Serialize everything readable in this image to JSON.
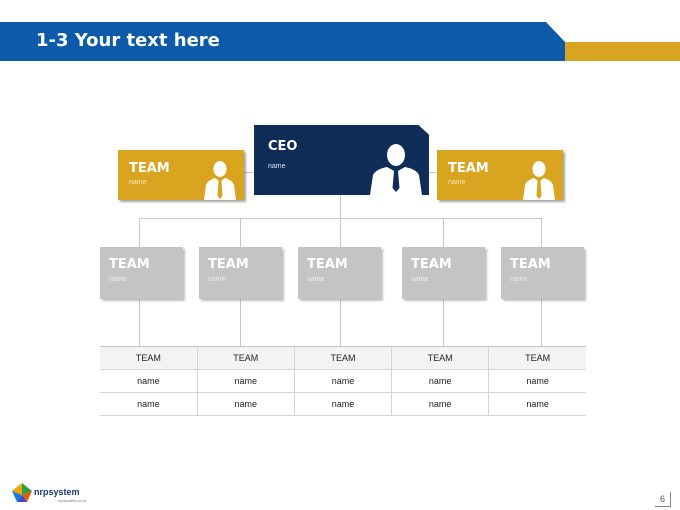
{
  "header": {
    "title": "1-3 Your text here"
  },
  "colors": {
    "blue": "#0c5aa8",
    "gold": "#d9a520",
    "navy": "#0f2d57",
    "gray": "#c4c4c4"
  },
  "ceo": {
    "title": "CEO",
    "name": "name"
  },
  "top_teams": [
    {
      "title": "TEAM",
      "name": "name"
    },
    {
      "title": "TEAM",
      "name": "name"
    }
  ],
  "teams": [
    {
      "title": "TEAM",
      "name": "name"
    },
    {
      "title": "TEAM",
      "name": "name"
    },
    {
      "title": "TEAM",
      "name": "name"
    },
    {
      "title": "TEAM",
      "name": "name"
    },
    {
      "title": "TEAM",
      "name": "name"
    }
  ],
  "table": {
    "headers": [
      "TEAM",
      "TEAM",
      "TEAM",
      "TEAM",
      "TEAM"
    ],
    "rows": [
      [
        "name",
        "name",
        "name",
        "name",
        "name"
      ],
      [
        "name",
        "name",
        "name",
        "name",
        "name"
      ]
    ]
  },
  "footer": {
    "logo_text": "nrpsystem",
    "logo_sub": "nrpsystem.co.kr",
    "page": "6"
  }
}
